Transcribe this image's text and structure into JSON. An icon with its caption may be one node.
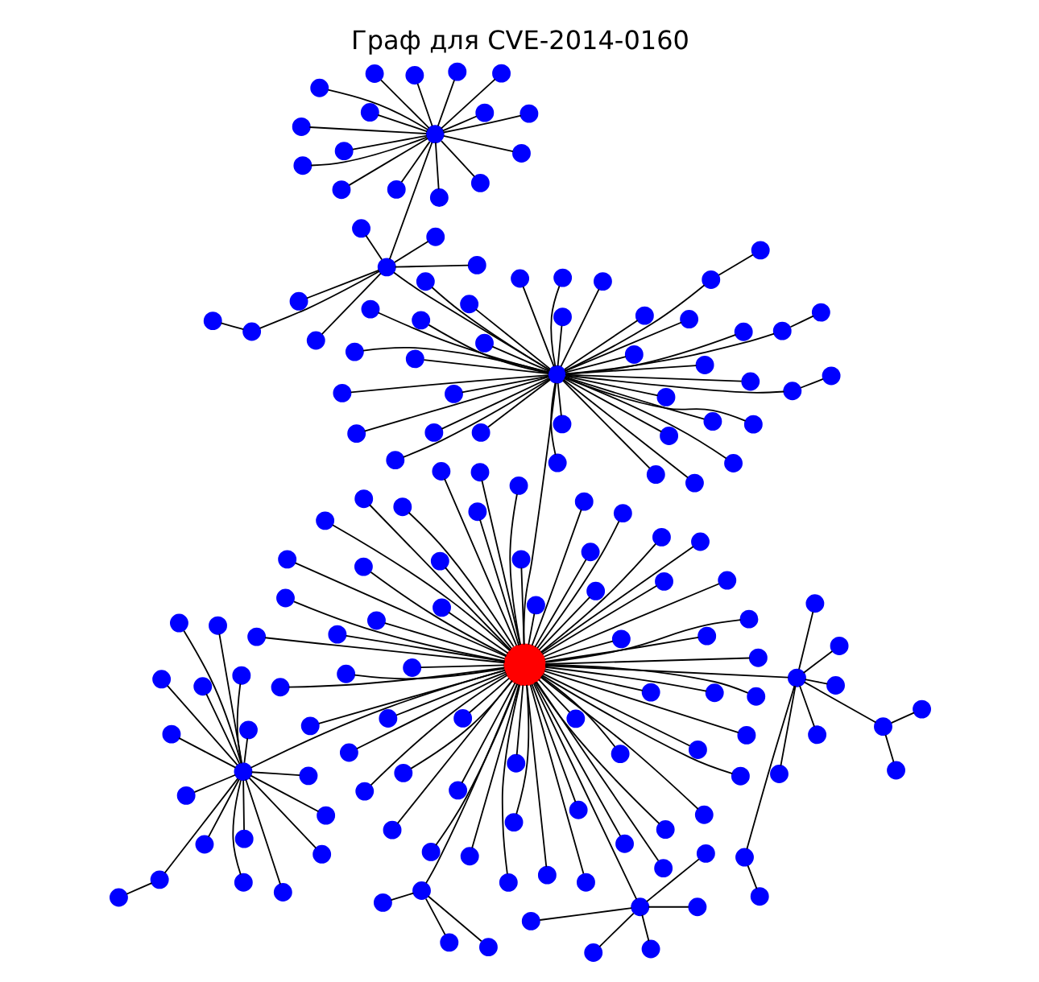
{
  "diagram": {
    "title": "Граф для CVE-2014-0160",
    "nodes": [
      {
        "text": [],
        "shape": "circle"
      },
      {
        "text": [],
        "shape": "circle"
      },
      {
        "text": [],
        "shape": "circle"
      },
      {
        "text": [],
        "shape": "circle"
      },
      {
        "text": [],
        "shape": "circle"
      },
      {
        "text": [],
        "shape": "circle"
      },
      {
        "text": [],
        "shape": "circle"
      },
      {
        "text": [],
        "shape": "circle"
      },
      {
        "text": [],
        "shape": "circle"
      },
      {
        "text": [],
        "shape": "circle"
      },
      {
        "text": [],
        "shape": "circle"
      },
      {
        "text": [],
        "shape": "circle"
      },
      {
        "text": [],
        "shape": "circle"
      },
      {
        "text": [],
        "shape": "circle"
      },
      {
        "text": [],
        "shape": "circle"
      },
      {
        "text": [],
        "shape": "circle"
      },
      {
        "text": [],
        "shape": "circle"
      },
      {
        "text": [],
        "shape": "circle"
      },
      {
        "text": [],
        "shape": "circle"
      },
      {
        "text": [],
        "shape": "circle"
      },
      {
        "text": [],
        "shape": "circle"
      },
      {
        "text": [],
        "shape": "circle"
      },
      {
        "text": [],
        "shape": "circle"
      },
      {
        "text": [],
        "shape": "circle"
      },
      {
        "text": [],
        "shape": "circle"
      },
      {
        "text": [],
        "shape": "circle"
      },
      {
        "text": [],
        "shape": "circle"
      },
      {
        "text": [],
        "shape": "circle"
      },
      {
        "text": [],
        "shape": "circle"
      },
      {
        "text": [],
        "shape": "circle"
      },
      {
        "text": [],
        "shape": "circle"
      },
      {
        "text": [],
        "shape": "circle"
      },
      {
        "text": [],
        "shape": "circle"
      },
      {
        "text": [],
        "shape": "circle"
      },
      {
        "text": [],
        "shape": "circle"
      },
      {
        "text": [],
        "shape": "circle"
      },
      {
        "text": [],
        "shape": "circle"
      },
      {
        "text": [],
        "shape": "circle"
      },
      {
        "text": [],
        "shape": "circle"
      },
      {
        "text": [],
        "shape": "circle"
      },
      {
        "text": [],
        "shape": "circle"
      },
      {
        "text": [],
        "shape": "circle"
      },
      {
        "text": [],
        "shape": "circle"
      },
      {
        "text": [],
        "shape": "circle"
      },
      {
        "text": [],
        "shape": "circle"
      },
      {
        "text": [],
        "shape": "circle"
      },
      {
        "text": [],
        "shape": "circle"
      },
      {
        "text": [],
        "shape": "circle"
      },
      {
        "text": [],
        "shape": "circle"
      },
      {
        "text": [],
        "shape": "circle"
      },
      {
        "text": [],
        "shape": "circle"
      },
      {
        "text": [],
        "shape": "circle"
      },
      {
        "text": [],
        "shape": "circle"
      },
      {
        "text": [],
        "shape": "circle"
      },
      {
        "text": [],
        "shape": "circle"
      },
      {
        "text": [],
        "shape": "circle"
      },
      {
        "text": [],
        "shape": "circle"
      },
      {
        "text": [],
        "shape": "circle"
      },
      {
        "text": [],
        "shape": "circle"
      },
      {
        "text": [],
        "shape": "circle"
      },
      {
        "text": [],
        "shape": "circle"
      },
      {
        "text": [],
        "shape": "circle"
      },
      {
        "text": [],
        "shape": "circle"
      },
      {
        "text": [],
        "shape": "circle"
      },
      {
        "text": [],
        "shape": "circle"
      },
      {
        "text": [],
        "shape": "circle"
      },
      {
        "text": [],
        "shape": "circle"
      },
      {
        "text": [],
        "shape": "circle"
      },
      {
        "text": [],
        "shape": "circle"
      },
      {
        "text": [],
        "shape": "circle"
      },
      {
        "text": [],
        "shape": "circle"
      },
      {
        "text": [],
        "shape": "circle"
      },
      {
        "text": [],
        "shape": "circle"
      },
      {
        "text": [],
        "shape": "circle"
      },
      {
        "text": [],
        "shape": "circle"
      },
      {
        "text": [],
        "shape": "circle"
      },
      {
        "text": [],
        "shape": "circle"
      },
      {
        "text": [],
        "shape": "circle"
      },
      {
        "text": [],
        "shape": "circle"
      },
      {
        "text": [],
        "shape": "circle"
      },
      {
        "text": [],
        "shape": "circle"
      },
      {
        "text": [],
        "shape": "circle"
      },
      {
        "text": [],
        "shape": "circle"
      },
      {
        "text": [],
        "shape": "circle"
      },
      {
        "text": [],
        "shape": "circle"
      },
      {
        "text": [],
        "shape": "circle"
      },
      {
        "text": [],
        "shape": "circle"
      },
      {
        "text": [],
        "shape": "circle"
      },
      {
        "text": [],
        "shape": "circle"
      },
      {
        "text": [],
        "shape": "circle"
      },
      {
        "text": [],
        "shape": "circle"
      },
      {
        "text": [],
        "shape": "circle"
      },
      {
        "text": [],
        "shape": "circle"
      },
      {
        "text": [],
        "shape": "circle"
      },
      {
        "text": [],
        "shape": "circle"
      },
      {
        "text": [],
        "shape": "circle"
      },
      {
        "text": [],
        "shape": "circle"
      },
      {
        "text": [],
        "shape": "circle"
      },
      {
        "text": [],
        "shape": "circle"
      },
      {
        "text": [],
        "shape": "circle"
      },
      {
        "text": [],
        "shape": "circle"
      },
      {
        "text": [],
        "shape": "circle"
      },
      {
        "text": [],
        "shape": "circle"
      },
      {
        "text": [],
        "shape": "circle"
      },
      {
        "text": [],
        "shape": "circle"
      },
      {
        "text": [],
        "shape": "circle"
      },
      {
        "text": [],
        "shape": "circle"
      },
      {
        "text": [],
        "shape": "circle"
      },
      {
        "text": [],
        "shape": "circle"
      },
      {
        "text": [],
        "shape": "circle"
      },
      {
        "text": [],
        "shape": "circle"
      },
      {
        "text": [],
        "shape": "circle"
      },
      {
        "text": [],
        "shape": "circle"
      },
      {
        "text": [],
        "shape": "circle"
      },
      {
        "text": [],
        "shape": "circle"
      },
      {
        "text": [],
        "shape": "circle"
      },
      {
        "text": [],
        "shape": "circle"
      },
      {
        "text": [],
        "shape": "circle"
      },
      {
        "text": [],
        "shape": "circle"
      },
      {
        "text": [],
        "shape": "circle"
      },
      {
        "text": [],
        "shape": "circle"
      },
      {
        "text": [],
        "shape": "circle"
      },
      {
        "text": [],
        "shape": "circle"
      },
      {
        "text": [],
        "shape": "circle"
      },
      {
        "text": [],
        "shape": "circle"
      },
      {
        "text": [],
        "shape": "circle"
      },
      {
        "text": [],
        "shape": "circle"
      },
      {
        "text": [],
        "shape": "circle"
      },
      {
        "text": [],
        "shape": "circle"
      },
      {
        "text": [],
        "shape": "circle"
      },
      {
        "text": [],
        "shape": "circle"
      },
      {
        "text": [],
        "shape": "circle"
      },
      {
        "text": [],
        "shape": "circle"
      },
      {
        "text": [],
        "shape": "circle"
      },
      {
        "text": [],
        "shape": "circle"
      },
      {
        "text": [],
        "shape": "circle"
      },
      {
        "text": [],
        "shape": "circle"
      },
      {
        "text": [],
        "shape": "circle"
      },
      {
        "text": [],
        "shape": "circle"
      },
      {
        "text": [],
        "shape": "circle"
      },
      {
        "text": [],
        "shape": "circle"
      },
      {
        "text": [],
        "shape": "circle"
      },
      {
        "text": [],
        "shape": "circle"
      },
      {
        "text": [],
        "shape": "circle"
      },
      {
        "text": [],
        "shape": "circle"
      },
      {
        "text": [],
        "shape": "circle"
      },
      {
        "text": [],
        "shape": "circle"
      },
      {
        "text": [],
        "shape": "circle"
      },
      {
        "text": [],
        "shape": "circle"
      },
      {
        "text": [],
        "shape": "circle"
      },
      {
        "text": [],
        "shape": "circle"
      },
      {
        "text": [],
        "shape": "circle"
      },
      {
        "text": [],
        "shape": "circle"
      },
      {
        "text": [],
        "shape": "circle"
      },
      {
        "text": [],
        "shape": "circle"
      },
      {
        "text": [],
        "shape": "circle"
      },
      {
        "text": [],
        "shape": "circle"
      },
      {
        "text": [],
        "shape": "circle"
      },
      {
        "text": [],
        "shape": "circle"
      },
      {
        "text": [],
        "shape": "circle"
      },
      {
        "text": [],
        "shape": "circle"
      },
      {
        "text": [],
        "shape": "circle"
      },
      {
        "text": [],
        "shape": "circle"
      },
      {
        "text": [],
        "shape": "circle"
      }
    ],
    "edges": [
      {
        "from": 0,
        "to": 1,
        "arrow": "none"
      },
      {
        "from": 0,
        "to": 2,
        "arrow": "none"
      },
      {
        "from": 0,
        "to": 3,
        "arrow": "none"
      },
      {
        "from": 0,
        "to": 4,
        "arrow": "none"
      },
      {
        "from": 0,
        "to": 5,
        "arrow": "none"
      },
      {
        "from": 2,
        "to": 6,
        "arrow": "none"
      },
      {
        "from": 6,
        "to": 7,
        "arrow": "none"
      },
      {
        "from": 1,
        "to": 8,
        "arrow": "none"
      },
      {
        "from": 8,
        "to": 9,
        "arrow": "none"
      },
      {
        "from": 8,
        "to": 10,
        "arrow": "none"
      },
      {
        "from": 1,
        "to": 11,
        "arrow": "none"
      },
      {
        "from": 11,
        "to": 12,
        "arrow": "none"
      },
      {
        "from": 1,
        "to": 13,
        "arrow": "none"
      },
      {
        "from": 1,
        "to": 14,
        "arrow": "none"
      },
      {
        "from": 1,
        "to": 15,
        "arrow": "none"
      },
      {
        "from": 1,
        "to": 16,
        "arrow": "none"
      },
      {
        "from": 1,
        "to": 17,
        "arrow": "none"
      },
      {
        "from": 2,
        "to": 18,
        "arrow": "none"
      },
      {
        "from": 18,
        "to": 19,
        "arrow": "none"
      },
      {
        "from": 2,
        "to": 20,
        "arrow": "none"
      },
      {
        "from": 20,
        "to": 21,
        "arrow": "none"
      },
      {
        "from": 2,
        "to": 22,
        "arrow": "none"
      },
      {
        "from": 22,
        "to": 23,
        "arrow": "none"
      },
      {
        "from": 2,
        "to": 24,
        "arrow": "none"
      },
      {
        "from": 2,
        "to": 25,
        "arrow": "none"
      },
      {
        "from": 2,
        "to": 26,
        "arrow": "none"
      },
      {
        "from": 2,
        "to": 27,
        "arrow": "none"
      },
      {
        "from": 2,
        "to": 28,
        "arrow": "none"
      },
      {
        "from": 2,
        "to": 29,
        "arrow": "none"
      },
      {
        "from": 2,
        "to": 30,
        "arrow": "none"
      },
      {
        "from": 2,
        "to": 31,
        "arrow": "none"
      },
      {
        "from": 2,
        "to": 32,
        "arrow": "none"
      },
      {
        "from": 2,
        "to": 33,
        "arrow": "none"
      },
      {
        "from": 2,
        "to": 34,
        "arrow": "none"
      },
      {
        "from": 2,
        "to": 35,
        "arrow": "none"
      },
      {
        "from": 2,
        "to": 36,
        "arrow": "none"
      },
      {
        "from": 2,
        "to": 37,
        "arrow": "none"
      },
      {
        "from": 2,
        "to": 38,
        "arrow": "none"
      },
      {
        "from": 2,
        "to": 39,
        "arrow": "none"
      },
      {
        "from": 2,
        "to": 40,
        "arrow": "none"
      },
      {
        "from": 2,
        "to": 41,
        "arrow": "none"
      },
      {
        "from": 2,
        "to": 42,
        "arrow": "none"
      },
      {
        "from": 2,
        "to": 43,
        "arrow": "none"
      },
      {
        "from": 2,
        "to": 44,
        "arrow": "none"
      },
      {
        "from": 2,
        "to": 45,
        "arrow": "none"
      },
      {
        "from": 2,
        "to": 46,
        "arrow": "none"
      },
      {
        "from": 2,
        "to": 47,
        "arrow": "none"
      },
      {
        "from": 2,
        "to": 48,
        "arrow": "none"
      },
      {
        "from": 2,
        "to": 49,
        "arrow": "none"
      },
      {
        "from": 2,
        "to": 50,
        "arrow": "none"
      },
      {
        "from": 2,
        "to": 51,
        "arrow": "none"
      },
      {
        "from": 2,
        "to": 52,
        "arrow": "none"
      },
      {
        "from": 2,
        "to": 53,
        "arrow": "none"
      },
      {
        "from": 2,
        "to": 54,
        "arrow": "none"
      },
      {
        "from": 2,
        "to": 55,
        "arrow": "none"
      },
      {
        "from": 3,
        "to": 56,
        "arrow": "none"
      },
      {
        "from": 56,
        "to": 57,
        "arrow": "none"
      },
      {
        "from": 3,
        "to": 58,
        "arrow": "none"
      },
      {
        "from": 3,
        "to": 59,
        "arrow": "none"
      },
      {
        "from": 3,
        "to": 60,
        "arrow": "none"
      },
      {
        "from": 3,
        "to": 61,
        "arrow": "none"
      },
      {
        "from": 3,
        "to": 62,
        "arrow": "none"
      },
      {
        "from": 3,
        "to": 63,
        "arrow": "none"
      },
      {
        "from": 3,
        "to": 64,
        "arrow": "none"
      },
      {
        "from": 3,
        "to": 65,
        "arrow": "none"
      },
      {
        "from": 3,
        "to": 66,
        "arrow": "none"
      },
      {
        "from": 3,
        "to": 67,
        "arrow": "none"
      },
      {
        "from": 3,
        "to": 68,
        "arrow": "none"
      },
      {
        "from": 3,
        "to": 69,
        "arrow": "none"
      },
      {
        "from": 3,
        "to": 70,
        "arrow": "none"
      },
      {
        "from": 3,
        "to": 71,
        "arrow": "none"
      },
      {
        "from": 3,
        "to": 72,
        "arrow": "none"
      },
      {
        "from": 6,
        "to": 73,
        "arrow": "none"
      },
      {
        "from": 73,
        "to": 74,
        "arrow": "none"
      },
      {
        "from": 6,
        "to": 75,
        "arrow": "none"
      },
      {
        "from": 6,
        "to": 76,
        "arrow": "none"
      },
      {
        "from": 6,
        "to": 77,
        "arrow": "none"
      },
      {
        "from": 6,
        "to": 78,
        "arrow": "none"
      },
      {
        "from": 6,
        "to": 79,
        "arrow": "none"
      },
      {
        "from": 7,
        "to": 80,
        "arrow": "none"
      },
      {
        "from": 7,
        "to": 81,
        "arrow": "none"
      },
      {
        "from": 7,
        "to": 82,
        "arrow": "none"
      },
      {
        "from": 7,
        "to": 83,
        "arrow": "none"
      },
      {
        "from": 7,
        "to": 84,
        "arrow": "none"
      },
      {
        "from": 7,
        "to": 85,
        "arrow": "none"
      },
      {
        "from": 7,
        "to": 86,
        "arrow": "none"
      },
      {
        "from": 7,
        "to": 87,
        "arrow": "none"
      },
      {
        "from": 7,
        "to": 88,
        "arrow": "none"
      },
      {
        "from": 7,
        "to": 89,
        "arrow": "none"
      },
      {
        "from": 7,
        "to": 90,
        "arrow": "none"
      },
      {
        "from": 7,
        "to": 91,
        "arrow": "none"
      },
      {
        "from": 7,
        "to": 92,
        "arrow": "none"
      },
      {
        "from": 7,
        "to": 93,
        "arrow": "none"
      },
      {
        "from": 7,
        "to": 94,
        "arrow": "none"
      },
      {
        "from": 7,
        "to": 95,
        "arrow": "none"
      },
      {
        "from": 4,
        "to": 96,
        "arrow": "none"
      },
      {
        "from": 4,
        "to": 97,
        "arrow": "none"
      },
      {
        "from": 4,
        "to": 98,
        "arrow": "none"
      },
      {
        "from": 4,
        "to": 99,
        "arrow": "none"
      },
      {
        "from": 4,
        "to": 100,
        "arrow": "none"
      },
      {
        "from": 5,
        "to": 101,
        "arrow": "none"
      },
      {
        "from": 5,
        "to": 102,
        "arrow": "none"
      },
      {
        "from": 5,
        "to": 103,
        "arrow": "none"
      },
      {
        "from": 0,
        "to": 104,
        "arrow": "none"
      },
      {
        "from": 0,
        "to": 105,
        "arrow": "none"
      },
      {
        "from": 0,
        "to": 106,
        "arrow": "none"
      },
      {
        "from": 0,
        "to": 107,
        "arrow": "none"
      },
      {
        "from": 0,
        "to": 108,
        "arrow": "none"
      },
      {
        "from": 0,
        "to": 109,
        "arrow": "none"
      },
      {
        "from": 0,
        "to": 110,
        "arrow": "none"
      },
      {
        "from": 0,
        "to": 111,
        "arrow": "none"
      },
      {
        "from": 0,
        "to": 112,
        "arrow": "none"
      },
      {
        "from": 0,
        "to": 113,
        "arrow": "none"
      },
      {
        "from": 0,
        "to": 114,
        "arrow": "none"
      },
      {
        "from": 0,
        "to": 115,
        "arrow": "none"
      },
      {
        "from": 0,
        "to": 116,
        "arrow": "none"
      },
      {
        "from": 0,
        "to": 117,
        "arrow": "none"
      },
      {
        "from": 0,
        "to": 118,
        "arrow": "none"
      },
      {
        "from": 0,
        "to": 119,
        "arrow": "none"
      },
      {
        "from": 0,
        "to": 120,
        "arrow": "none"
      },
      {
        "from": 0,
        "to": 121,
        "arrow": "none"
      },
      {
        "from": 0,
        "to": 122,
        "arrow": "none"
      },
      {
        "from": 0,
        "to": 123,
        "arrow": "none"
      },
      {
        "from": 0,
        "to": 124,
        "arrow": "none"
      },
      {
        "from": 0,
        "to": 125,
        "arrow": "none"
      },
      {
        "from": 0,
        "to": 126,
        "arrow": "none"
      },
      {
        "from": 0,
        "to": 127,
        "arrow": "none"
      },
      {
        "from": 0,
        "to": 128,
        "arrow": "none"
      },
      {
        "from": 0,
        "to": 129,
        "arrow": "none"
      },
      {
        "from": 0,
        "to": 130,
        "arrow": "none"
      },
      {
        "from": 0,
        "to": 131,
        "arrow": "none"
      },
      {
        "from": 0,
        "to": 132,
        "arrow": "none"
      },
      {
        "from": 0,
        "to": 133,
        "arrow": "none"
      },
      {
        "from": 0,
        "to": 134,
        "arrow": "none"
      },
      {
        "from": 0,
        "to": 135,
        "arrow": "none"
      },
      {
        "from": 0,
        "to": 136,
        "arrow": "none"
      },
      {
        "from": 0,
        "to": 137,
        "arrow": "none"
      },
      {
        "from": 0,
        "to": 138,
        "arrow": "none"
      },
      {
        "from": 0,
        "to": 139,
        "arrow": "none"
      },
      {
        "from": 0,
        "to": 140,
        "arrow": "none"
      },
      {
        "from": 0,
        "to": 141,
        "arrow": "none"
      },
      {
        "from": 0,
        "to": 142,
        "arrow": "none"
      },
      {
        "from": 0,
        "to": 143,
        "arrow": "none"
      },
      {
        "from": 0,
        "to": 144,
        "arrow": "none"
      },
      {
        "from": 0,
        "to": 145,
        "arrow": "none"
      },
      {
        "from": 0,
        "to": 146,
        "arrow": "none"
      },
      {
        "from": 0,
        "to": 147,
        "arrow": "none"
      },
      {
        "from": 0,
        "to": 148,
        "arrow": "none"
      },
      {
        "from": 0,
        "to": 149,
        "arrow": "none"
      },
      {
        "from": 0,
        "to": 150,
        "arrow": "none"
      },
      {
        "from": 0,
        "to": 151,
        "arrow": "none"
      },
      {
        "from": 0,
        "to": 152,
        "arrow": "none"
      },
      {
        "from": 0,
        "to": 153,
        "arrow": "none"
      },
      {
        "from": 0,
        "to": 154,
        "arrow": "none"
      },
      {
        "from": 0,
        "to": 155,
        "arrow": "none"
      },
      {
        "from": 0,
        "to": 156,
        "arrow": "none"
      },
      {
        "from": 0,
        "to": 157,
        "arrow": "none"
      },
      {
        "from": 0,
        "to": 158,
        "arrow": "none"
      },
      {
        "from": 0,
        "to": 159,
        "arrow": "none"
      },
      {
        "from": 0,
        "to": 160,
        "arrow": "none"
      },
      {
        "from": 0,
        "to": 161,
        "arrow": "none"
      },
      {
        "from": 0,
        "to": 162,
        "arrow": "none"
      },
      {
        "from": 0,
        "to": 163,
        "arrow": "none"
      }
    ]
  }
}
